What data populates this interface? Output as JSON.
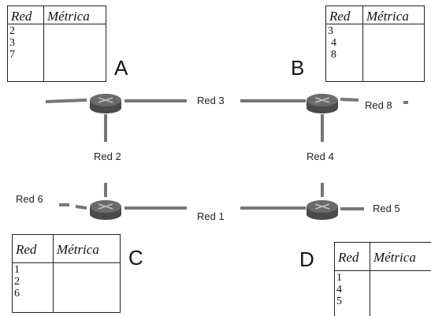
{
  "routers": {
    "A": {
      "label": "A"
    },
    "B": {
      "label": "B"
    },
    "C": {
      "label": "C"
    },
    "D": {
      "label": "D"
    }
  },
  "links": {
    "red1": "Red 1",
    "red2": "Red 2",
    "red3": "Red 3",
    "red4": "Red 4",
    "red5": "Red 5",
    "red6": "Red 6",
    "red8": "Red 8"
  },
  "tables": {
    "A": {
      "col1": "Red",
      "col2": "Métrica",
      "rows": [
        "2",
        "3",
        "7"
      ]
    },
    "B": {
      "col1": "Red",
      "col2": "Métrica",
      "rows": [
        "3",
        "4",
        "8"
      ]
    },
    "C": {
      "col1": "Red",
      "col2": "Métrica",
      "rows": [
        "1",
        "2",
        "6"
      ]
    },
    "D": {
      "col1": "Red",
      "col2": "Métrica",
      "rows": [
        "1",
        "4",
        "5"
      ]
    }
  },
  "colors": {
    "line": "#777777",
    "router_top": "#666666",
    "router_body": "#4a4a4a"
  },
  "icons": {
    "router": "router-icon"
  }
}
